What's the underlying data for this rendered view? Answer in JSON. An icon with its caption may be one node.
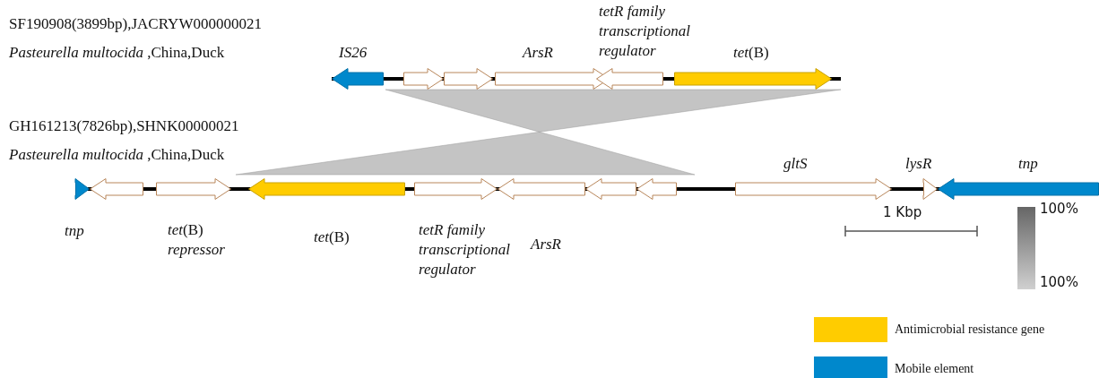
{
  "diagram": {
    "nodes": [
      {
        "text": [
          "IS26"
        ]
      },
      {
        "text": [],
        "shape": "arrow"
      },
      {
        "text": [],
        "shape": "arrow"
      },
      {
        "text": [
          "ArsR"
        ]
      },
      {
        "text": [
          "tetR family transcriptional regulator"
        ]
      },
      {
        "text": [
          "*tet*(B)"
        ]
      },
      {
        "text": [
          "tnp"
        ]
      },
      {
        "text": [],
        "shape": "arrow"
      },
      {
        "text": [
          "*tet*(B) *repressor*"
        ]
      },
      {
        "text": [
          "*tet*(B)"
        ]
      },
      {
        "text": [
          "tetR family transcriptional regulator"
        ]
      },
      {
        "text": [
          "ArsR"
        ]
      },
      {
        "text": [],
        "shape": "arrow"
      },
      {
        "text": [],
        "shape": "arrow"
      },
      {
        "text": [
          "gltS"
        ]
      },
      {
        "text": [
          "lysR"
        ]
      },
      {
        "text": [
          "tnp"
        ]
      },
      {
        "text": [],
        "shape": "bar",
        "beside": [
          "100%",
          "100%"
        ]
      }
    ],
    "edges": [],
    "labels": [
      "SF190908(3899bp),JACRYW000000021",
      "*Pasteurella multocida* ,China,Duck",
      "GH161213(7826bp),SHNK00000021",
      "*Pasteurella multocida* ,China,Duck",
      "1 Kbp"
    ],
    "legend": [
      {
        "text": "Antimicrobial resistance gene",
        "color": "#ffcc00"
      },
      {
        "text": "Mobile element",
        "color": "#0088cc"
      }
    ]
  }
}
